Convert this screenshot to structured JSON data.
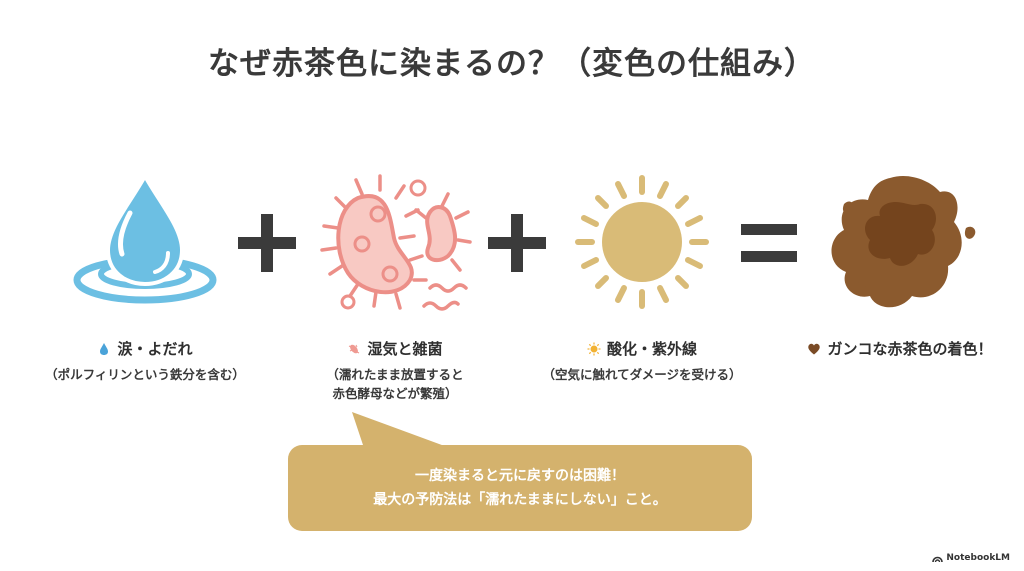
{
  "title": "なぜ赤茶色に染まるの？（変色の仕組み）",
  "colors": {
    "water": "#6cbfe3",
    "bacteria": "#ef9a92",
    "sun": "#d9bb77",
    "stain": "#8b5a2e",
    "stain_dark": "#74441d",
    "callout": "#d4b26d",
    "operator": "#3b3b3b"
  },
  "operators": [
    "+",
    "+",
    "="
  ],
  "items": [
    {
      "icon": "water-drop-icon",
      "title": "涙・よだれ",
      "sub_lines": [
        "（ポルフィリンという鉄分を含む）"
      ]
    },
    {
      "icon": "bacteria-icon",
      "title": "湿気と雑菌",
      "sub_lines": [
        "（濡れたまま放置すると",
        "赤色酵母などが繁殖）"
      ]
    },
    {
      "icon": "sun-icon",
      "title": "酸化・紫外線",
      "sub_lines": [
        "（空気に触れてダメージを受ける）"
      ]
    },
    {
      "icon": "heart-icon",
      "title": "ガンコな赤茶色の着色！",
      "sub_lines": []
    }
  ],
  "callout": {
    "line1": "一度染まると元に戻すのは困難！",
    "line2": "最大の予防法は「濡れたままにしない」こと。"
  },
  "brand": "NotebookLM"
}
